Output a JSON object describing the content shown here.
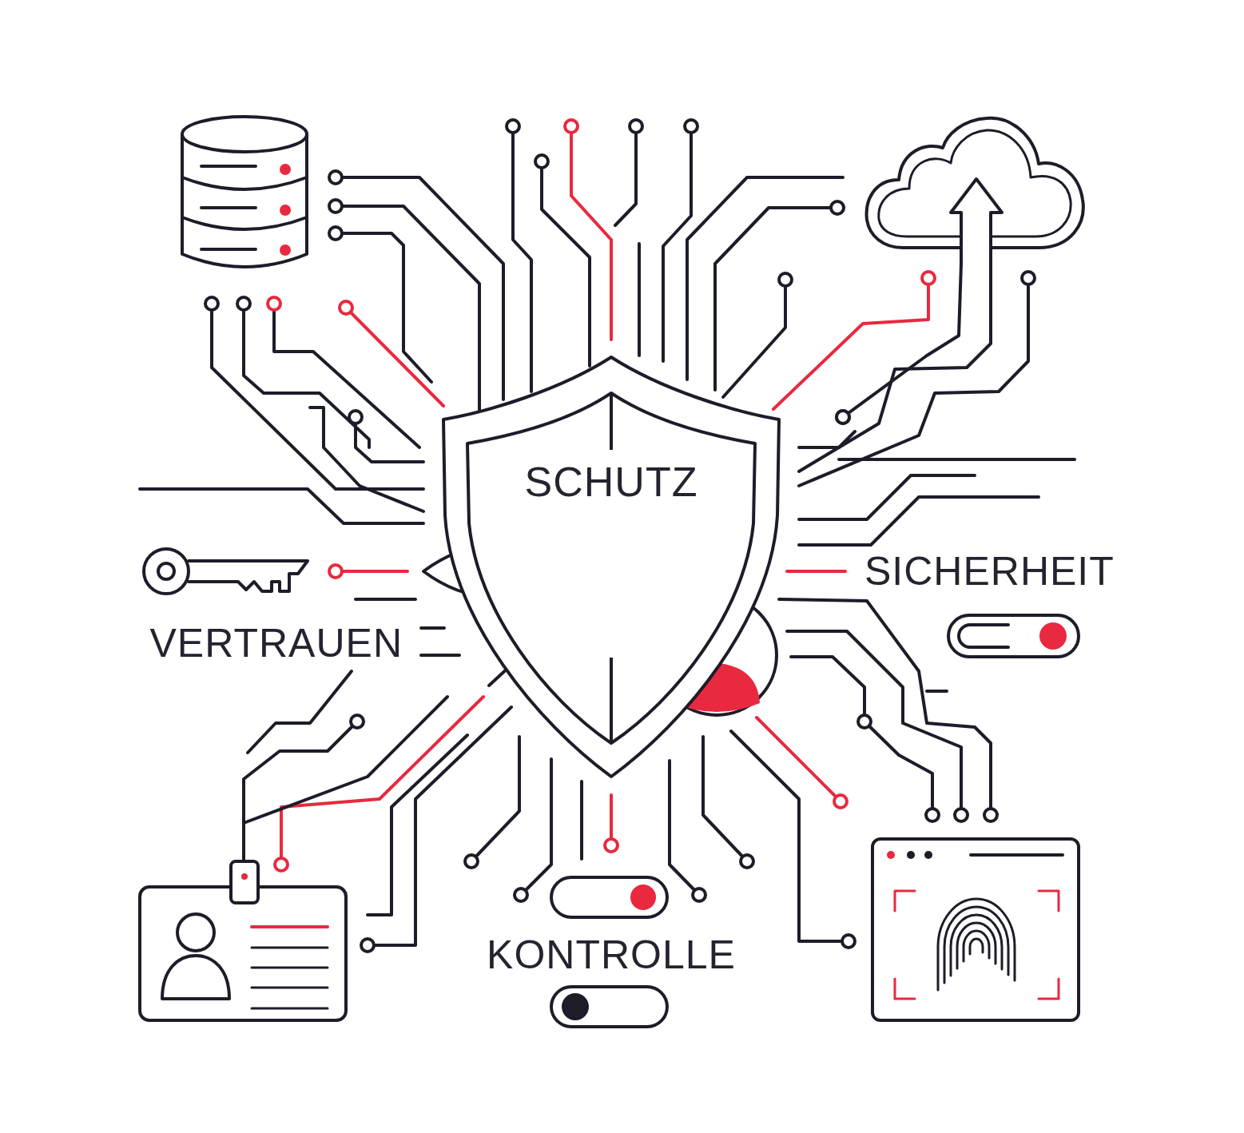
{
  "diagram": {
    "nodes": [
      {
        "text": [
          "SCHUTZ"
        ]
      }
    ],
    "labels": [
      "SICHERHEIT",
      "VERTRAUEN",
      "KONTROLLE"
    ]
  }
}
